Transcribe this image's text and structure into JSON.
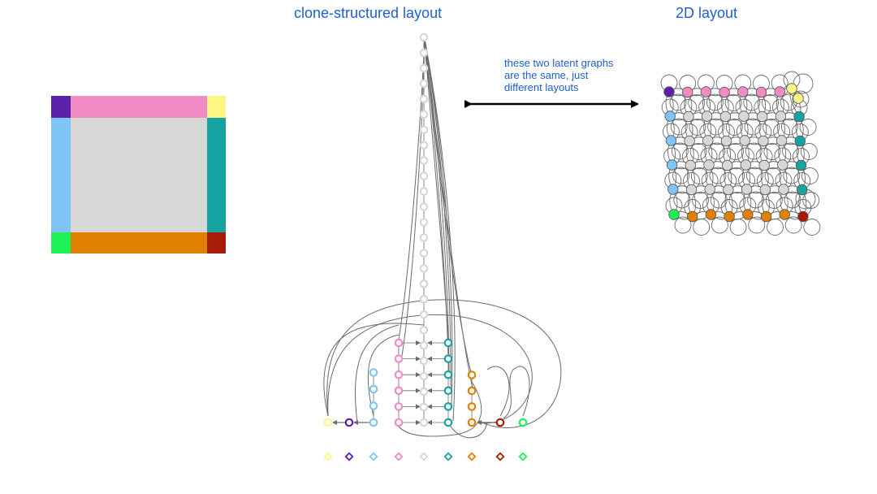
{
  "titles": {
    "clone": "clone-structured layout",
    "twod": "2D layout"
  },
  "annotation": {
    "line1": "these two latent graphs",
    "line2": "are the same, just",
    "line3": "different layouts"
  },
  "colors": {
    "purple": "#5b21a8",
    "pink": "#f08cc3",
    "yellow": "#fcf782",
    "light_blue": "#7ec5f6",
    "teal": "#16a3a1",
    "green": "#1cf254",
    "orange": "#e18000",
    "dark_red": "#a71b07",
    "gray": "#d7d7d6",
    "edge": "#6b6b6b"
  },
  "room_regions": [
    "purple",
    "pink",
    "yellow",
    "light_blue",
    "gray",
    "teal",
    "green",
    "orange",
    "dark_red"
  ],
  "clone_columns": [
    {
      "color": "yellow",
      "clones": 1
    },
    {
      "color": "purple",
      "clones": 1
    },
    {
      "color": "light_blue",
      "clones": 4
    },
    {
      "color": "pink",
      "clones": 6
    },
    {
      "color": "gray",
      "clones": 26
    },
    {
      "color": "teal",
      "clones": 6
    },
    {
      "color": "orange",
      "clones": 4
    },
    {
      "color": "dark_red",
      "clones": 1
    },
    {
      "color": "green",
      "clones": 1
    }
  ],
  "grid_layout": {
    "rows": [
      [
        "purple",
        "pink",
        "pink",
        "pink",
        "pink",
        "pink",
        "pink",
        "yellow"
      ],
      [
        "light_blue",
        "gray",
        "gray",
        "gray",
        "gray",
        "gray",
        "gray",
        "teal"
      ],
      [
        "light_blue",
        "gray",
        "gray",
        "gray",
        "gray",
        "gray",
        "gray",
        "teal"
      ],
      [
        "light_blue",
        "gray",
        "gray",
        "gray",
        "gray",
        "gray",
        "gray",
        "teal"
      ],
      [
        "light_blue",
        "gray",
        "gray",
        "gray",
        "gray",
        "gray",
        "gray",
        "teal"
      ],
      [
        "green",
        "orange",
        "orange",
        "orange",
        "orange",
        "orange",
        "orange",
        "dark_red"
      ]
    ]
  }
}
